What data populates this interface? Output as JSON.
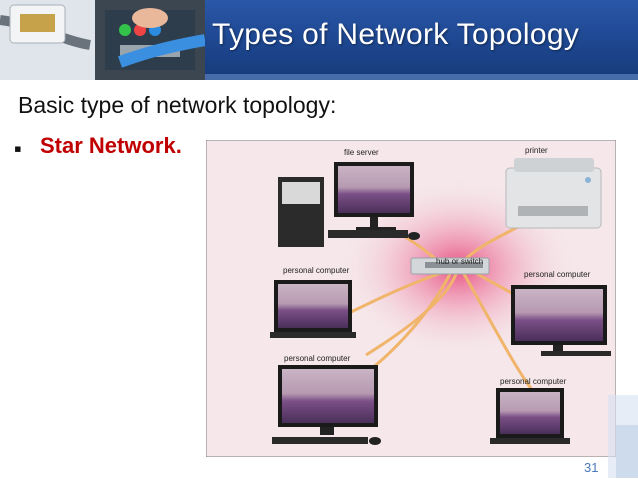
{
  "slide": {
    "title": "Types of Network Topology",
    "subtitle": "Basic type of network topology:",
    "bullet": "Star Network.",
    "page_number": "31"
  },
  "diagram": {
    "labels": {
      "file_server": "file server",
      "printer": "printer",
      "hub": "hub or switch",
      "pc_left_top": "personal computer",
      "pc_right_top": "personal computer",
      "pc_left_bottom": "personal computer",
      "pc_right_bottom": "personal computer"
    }
  },
  "colors": {
    "title_bar": "#1d468f",
    "bullet_text": "#c00000",
    "diagram_bg": "#f5e7ea",
    "cable": "#f0b56a"
  }
}
